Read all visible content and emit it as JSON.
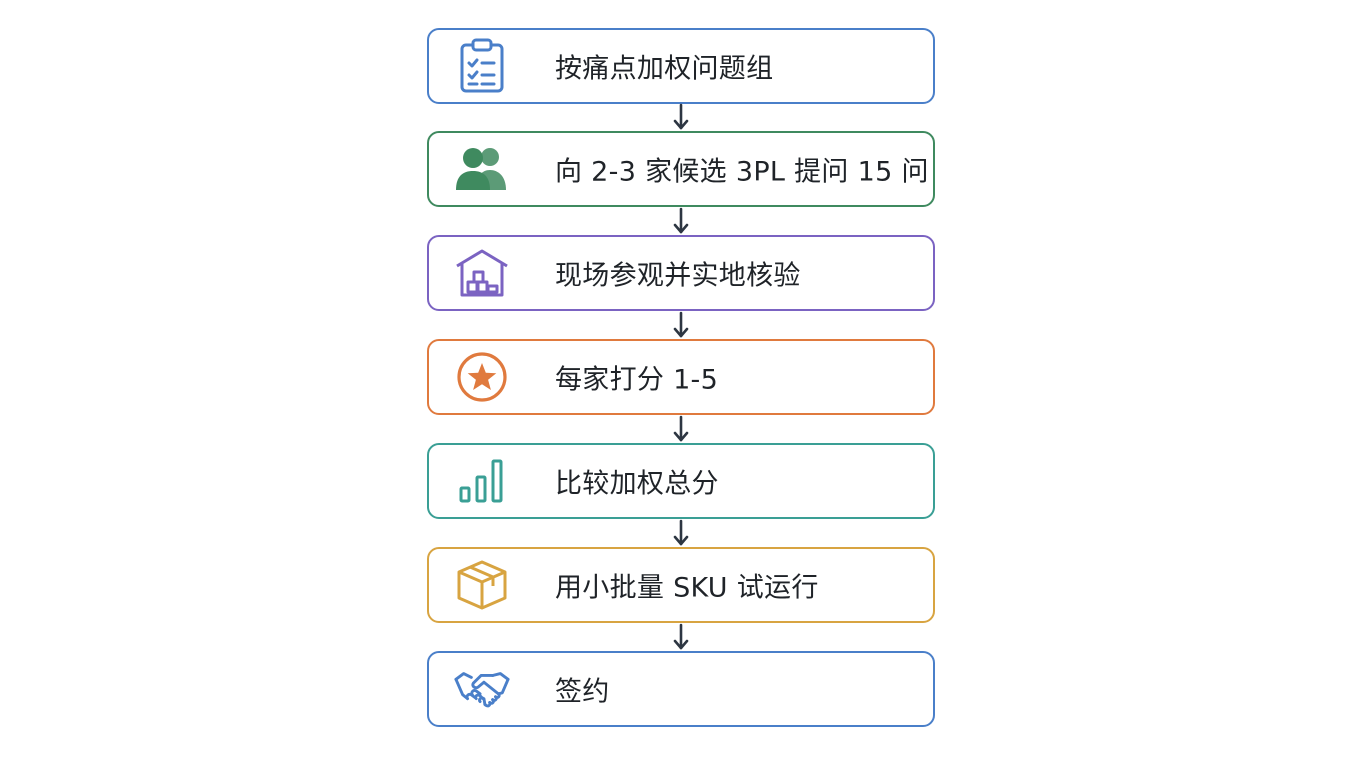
{
  "steps": [
    {
      "label": "按痛点加权问题组",
      "icon": "clipboard-checklist-icon",
      "color": "#4a7fc9"
    },
    {
      "label": "向 2-3 家候选 3PL 提问 15 问",
      "icon": "people-icon",
      "color": "#3f8a5f"
    },
    {
      "label": "现场参观并实地核验",
      "icon": "warehouse-icon",
      "color": "#7b63c2"
    },
    {
      "label": "每家打分 1-5",
      "icon": "star-badge-icon",
      "color": "#e07a3e"
    },
    {
      "label": "比较加权总分",
      "icon": "bar-chart-icon",
      "color": "#3a9f95"
    },
    {
      "label": "用小批量 SKU 试运行",
      "icon": "package-box-icon",
      "color": "#d8a441"
    },
    {
      "label": "签约",
      "icon": "handshake-icon",
      "color": "#4a7fc9"
    }
  ]
}
